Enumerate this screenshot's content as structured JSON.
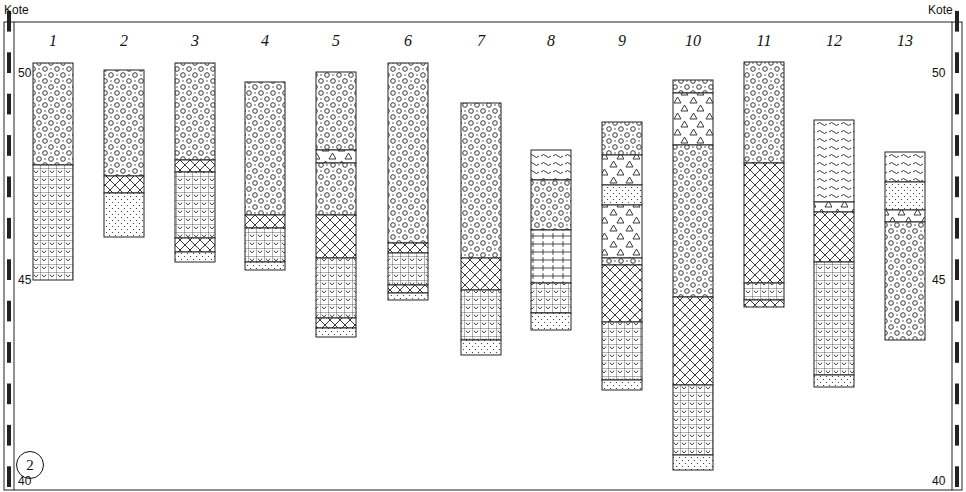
{
  "diagram": {
    "nodes": [
      {
        "text": [
          "1"
        ]
      },
      {
        "text": [
          "2"
        ]
      },
      {
        "text": [
          "3"
        ]
      },
      {
        "text": [
          "4"
        ]
      },
      {
        "text": [
          "5"
        ]
      },
      {
        "text": [
          "6"
        ]
      },
      {
        "text": [
          "7"
        ]
      },
      {
        "text": [
          "8"
        ]
      },
      {
        "text": [
          "9"
        ]
      },
      {
        "text": [
          "10"
        ]
      },
      {
        "text": [
          "11"
        ]
      },
      {
        "text": [
          "12"
        ]
      },
      {
        "text": [
          "13"
        ]
      },
      {
        "text": [
          "2"
        ]
      }
    ],
    "labels": [
      "Kote",
      "Kote",
      "50",
      "45",
      "40",
      "50",
      "45",
      "40"
    ]
  }
}
